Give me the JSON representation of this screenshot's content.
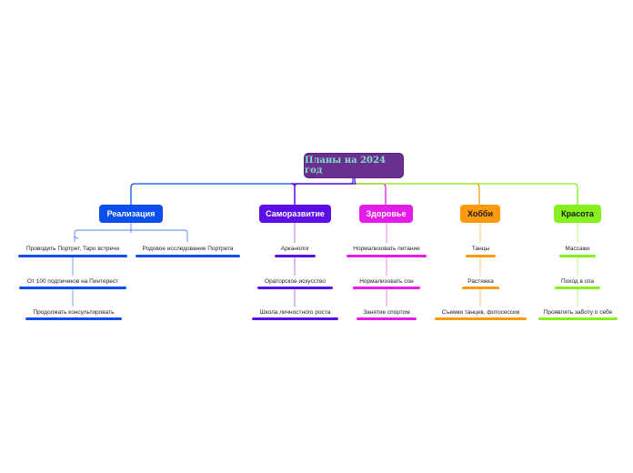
{
  "root": {
    "label": "Планы на 2024 год",
    "color": "#6b2f8f"
  },
  "branches": [
    {
      "label": "Реализация",
      "color": "#0a4ef0",
      "text": "#ffffff",
      "items": [
        "Проводить Портрет, Таро встречи",
        "От 100 подпичиков на Пинтерест",
        "Продолжать консультировать",
        "Родовое исследование Портрета"
      ]
    },
    {
      "label": "Саморазвитие",
      "color": "#5b0ee8",
      "text": "#ffffff",
      "items": [
        "Арканолог",
        "Ораторское искусство",
        "Школа личностного роста"
      ]
    },
    {
      "label": "Здоровье",
      "color": "#e51be8",
      "text": "#ffffff",
      "items": [
        "Нормализовать питание",
        "Нормализовать сон",
        "Занятие спортом"
      ]
    },
    {
      "label": "Хобби",
      "color": "#ff9a0a",
      "text": "#1a1a1a",
      "items": [
        "Танцы",
        "Растяжка",
        "Съемки танцев, фотосессии"
      ]
    },
    {
      "label": "Красота",
      "color": "#86f01c",
      "text": "#1a1a1a",
      "items": [
        "Массажи",
        "Поход в спа",
        "Проявлять заботу о себе"
      ]
    }
  ]
}
